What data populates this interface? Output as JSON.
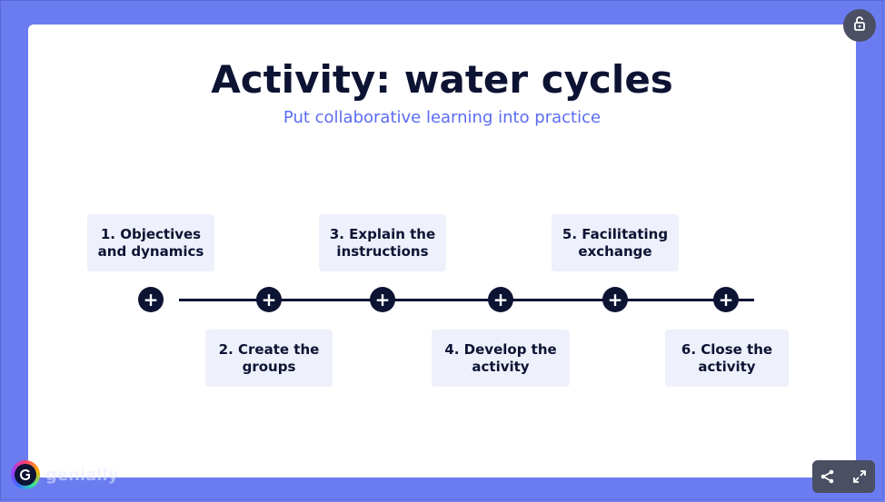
{
  "slide": {
    "title": "Activity: water cycles",
    "subtitle": "Put collaborative learning into practice"
  },
  "timeline": {
    "node_symbol": "+",
    "steps": [
      {
        "label": "1. Objectives\nand dynamics"
      },
      {
        "label": "2. Create the\ngroups"
      },
      {
        "label": "3. Explain the\ninstructions"
      },
      {
        "label": "4. Develop the\nactivity"
      },
      {
        "label": "5. Facilitating\nexchange"
      },
      {
        "label": "6. Close the\nactivity"
      }
    ]
  },
  "branding": {
    "logo_text": "genially"
  },
  "icons": {
    "top_right": "unlock-hand-icon",
    "share": "share-icon",
    "fullscreen": "fullscreen-icon"
  },
  "colors": {
    "frame": "#6b7cf0",
    "title": "#0d1333",
    "subtitle": "#5b6cf2",
    "card": "#eef1fb",
    "node": "#0d1333"
  }
}
